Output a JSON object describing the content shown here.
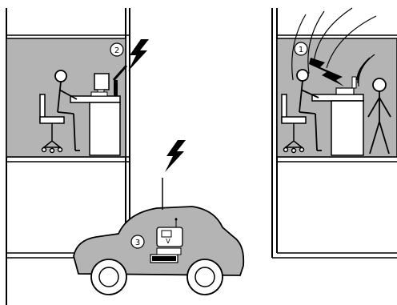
{
  "colors": {
    "room_fill": "#b4b4b4",
    "car_fill": "#b4b4b4",
    "outline": "#000000",
    "background": "#ffffff",
    "light": "#e8e8e8"
  },
  "labels": {
    "office_right": "1",
    "office_left": "2",
    "car": "3",
    "laptop_screen": "V"
  },
  "icons": [
    "lightning-icon",
    "radio-wave-icon",
    "person-icon",
    "computer-icon",
    "chair-icon",
    "car-icon",
    "antenna-icon",
    "laptop-icon"
  ]
}
